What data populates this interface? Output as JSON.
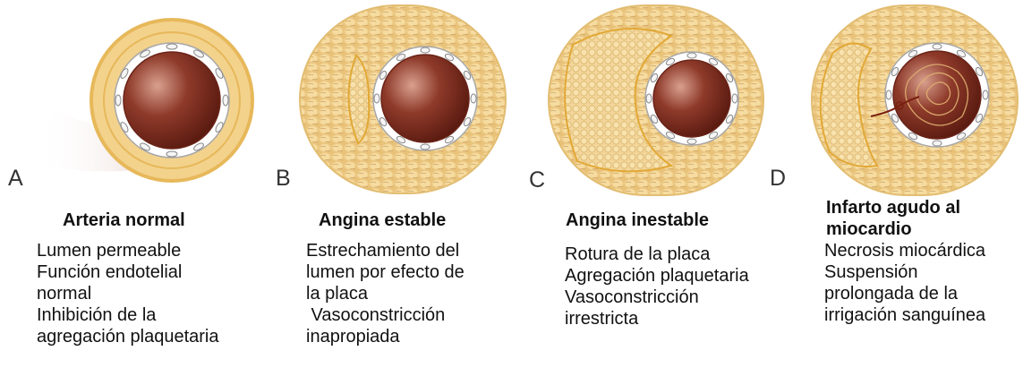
{
  "panels": [
    {
      "letter": "A",
      "title": [
        "Arteria normal"
      ],
      "lines": [
        "Lumen permeable",
        "Función endotelial",
        "normal",
        "Inhibición de la",
        "agregación plaquetaria"
      ]
    },
    {
      "letter": "B",
      "title": [
        "Angina estable"
      ],
      "lines": [
        "Estrechamiento del",
        "lumen por efecto de",
        "la placa",
        " Vasoconstricción",
        "inapropiada"
      ]
    },
    {
      "letter": "C",
      "title": [
        "Angina inestable"
      ],
      "lines": [
        "Rotura de la placa",
        "Agregación plaquetaria",
        "Vasoconstricción",
        "irrestricta"
      ]
    },
    {
      "letter": "D",
      "title": [
        "Infarto agudo al",
        "miocardio"
      ],
      "lines": [
        "Necrosis miocárdica",
        "Suspensión",
        "prolongada de la",
        "irrigación sanguínea"
      ]
    }
  ]
}
